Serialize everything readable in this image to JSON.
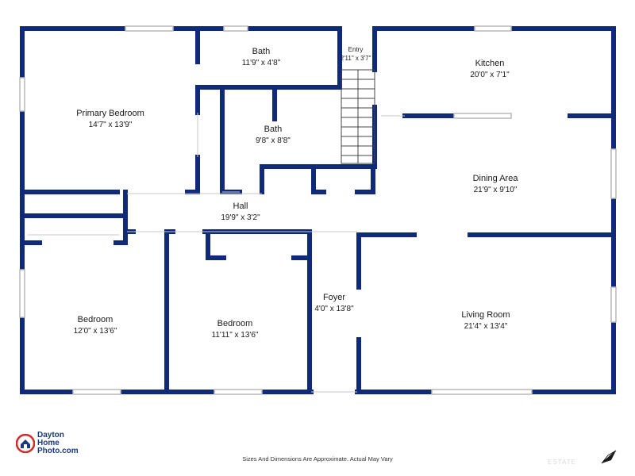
{
  "colors": {
    "wall": "#0e2a78",
    "window": "#b9b9b9",
    "logo_red": "#d42a2a",
    "logo_blue": "#1a3a7a"
  },
  "rooms": {
    "primary_bedroom": {
      "name": "Primary Bedroom",
      "dim": "14'7\" x 13'9\""
    },
    "bath1": {
      "name": "Bath",
      "dim": "11'9\" x 4'8\""
    },
    "entry": {
      "name": "Entry",
      "dim": "2'11\" x 3'7\""
    },
    "kitchen": {
      "name": "Kitchen",
      "dim": "20'0\" x 7'1\""
    },
    "bath2": {
      "name": "Bath",
      "dim": "9'8\" x 8'8\""
    },
    "dining": {
      "name": "Dining Area",
      "dim": "21'9\" x 9'10\""
    },
    "hall": {
      "name": "Hall",
      "dim": "19'9\" x 3'2\""
    },
    "foyer": {
      "name": "Foyer",
      "dim": "4'0\" x 13'8\""
    },
    "bedroom_left": {
      "name": "Bedroom",
      "dim": "12'0\" x 13'6\""
    },
    "bedroom_mid": {
      "name": "Bedroom",
      "dim": "11'11\" x 13'6\""
    },
    "living": {
      "name": "Living Room",
      "dim": "21'4\" x 13'4\""
    }
  },
  "logo": {
    "line1": "Dayton",
    "line2": "Home",
    "line3": "Photo.com"
  },
  "footer": {
    "note": "Sizes And Dimensions Are Approximate. Actual May Vary"
  },
  "watermark": {
    "text": "ESTATE"
  },
  "compass": {
    "icon": "north-arrow-icon"
  }
}
